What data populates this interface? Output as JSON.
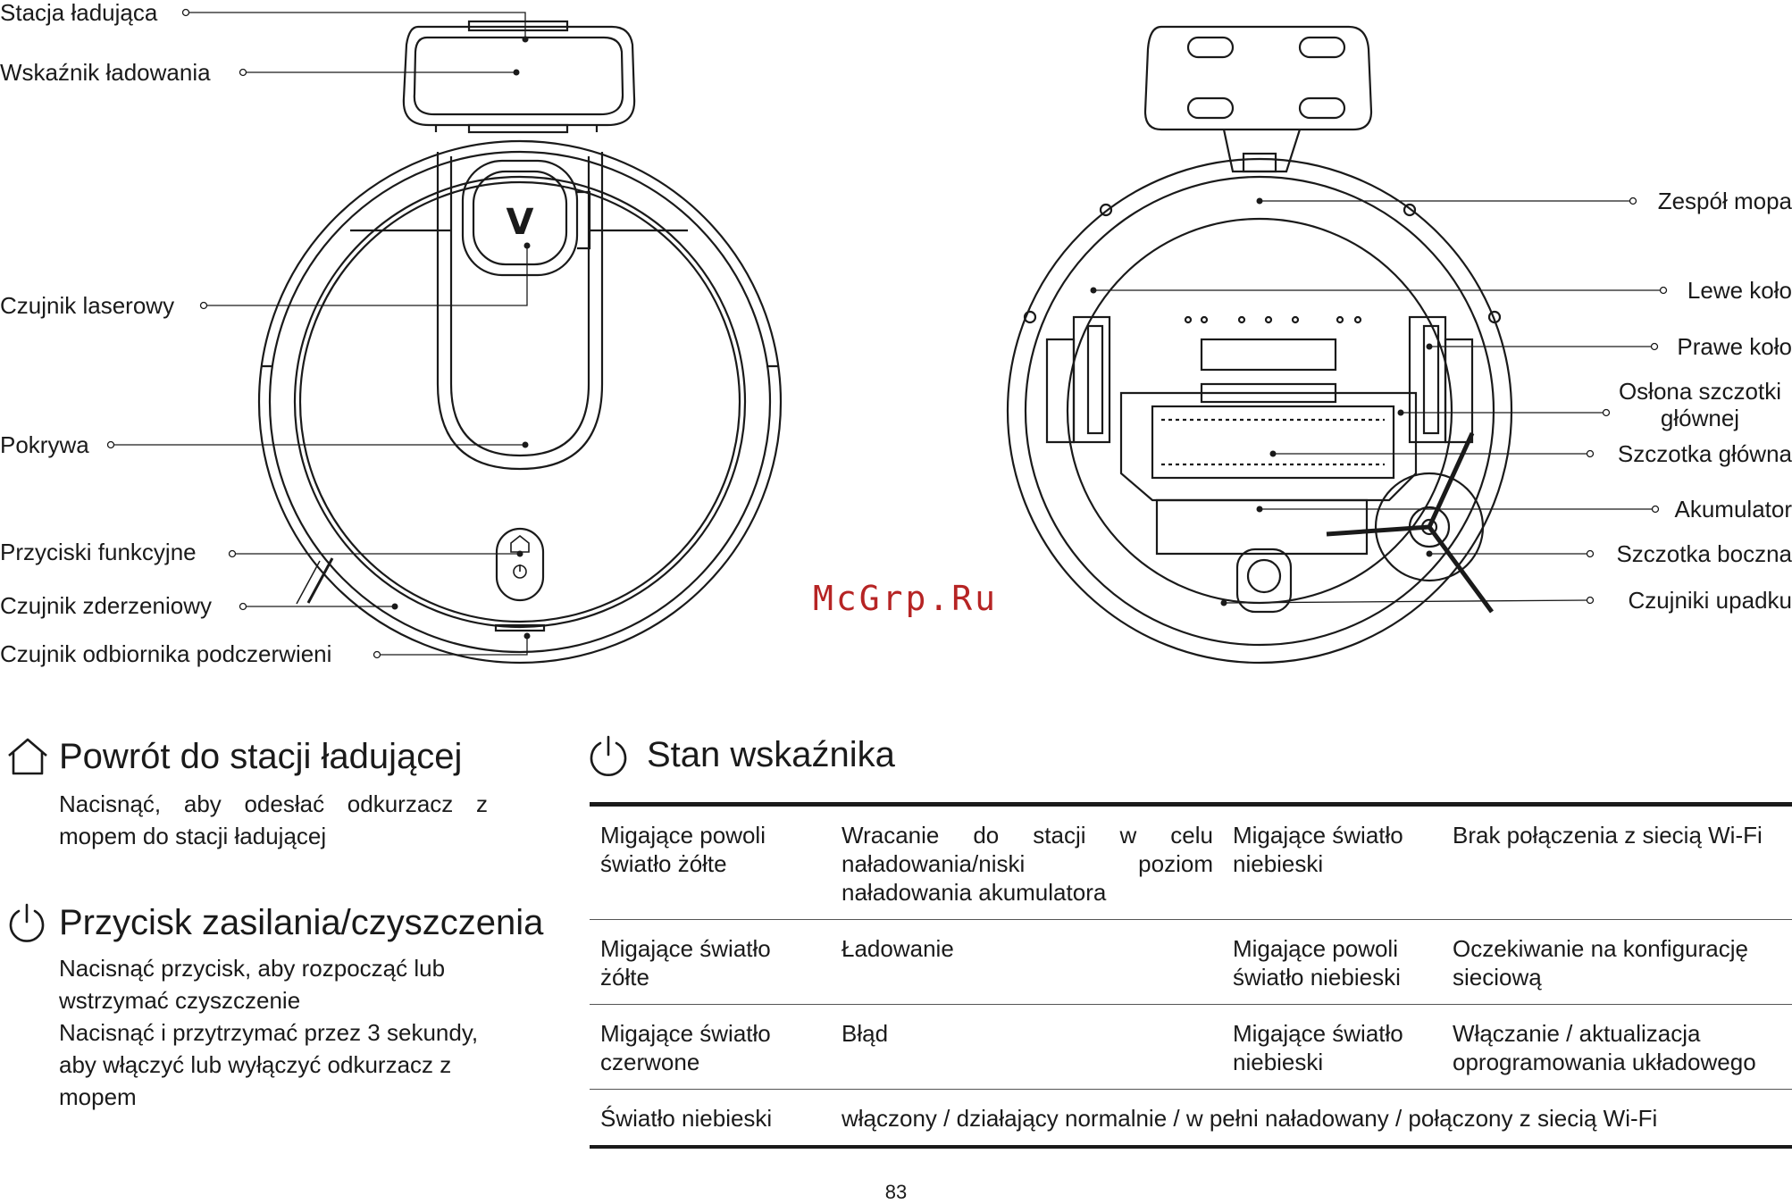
{
  "labels_left": {
    "charging_station": "Stacja ładująca",
    "charging_indicator": "Wskaźnik ładowania",
    "laser_sensor": "Czujnik laserowy",
    "cover": "Pokrywa",
    "function_buttons": "Przyciski funkcyjne",
    "bumper_sensor": "Czujnik zderzeniowy",
    "ir_receiver_sensor": "Czujnik odbiornika podczerwieni"
  },
  "labels_right": {
    "mop_assembly": "Zespół mopa",
    "left_wheel": "Lewe koło",
    "right_wheel": "Prawe koło",
    "main_brush_cover": "Osłona szczotki głównej",
    "main_brush": "Szczotka główna",
    "battery": "Akumulator",
    "side_brush": "Szczotka boczna",
    "cliff_sensors": "Czujniki upadku"
  },
  "logo_letter": "V",
  "watermark": "McGrp.Ru",
  "home_section": {
    "title": "Powrót do stacji ładującej",
    "text": "Nacisnąć, aby odesłać odkurzacz z mopem do stacji ładującej"
  },
  "power_section": {
    "title": "Przycisk zasilania/czyszczenia",
    "line1": "Nacisnąć przycisk, aby rozpocząć lub wstrzymać czyszczenie",
    "line2": "Nacisnąć i przytrzymać przez 3 sekundy, aby włączyć lub wyłączyć odkurzacz z mopem"
  },
  "status_section": {
    "title": "Stan wskaźnika",
    "rows": [
      {
        "c1": "Migające powoli światło żółte",
        "c2": "Wracanie do stacji w celu naładowania/niski poziom naładowania akumulatora",
        "c3": "Migające światło niebieski",
        "c4": "Brak połączenia z siecią Wi-Fi"
      },
      {
        "c1": "Migające światło żółte",
        "c2": "Ładowanie",
        "c3": "Migające powoli światło niebieski",
        "c4": "Oczekiwanie na konfigurację sieciową"
      },
      {
        "c1": "Migające światło czerwone",
        "c2": "Błąd",
        "c3": "Migające światło niebieski",
        "c4": "Włączanie / aktualizacja oprogramowania układowego"
      }
    ],
    "last_row": {
      "c1": "Światło niebieski",
      "c2": "włączony / działający normalnie / w pełni naładowany / połączony z siecią Wi-Fi"
    }
  },
  "page_number": "83"
}
